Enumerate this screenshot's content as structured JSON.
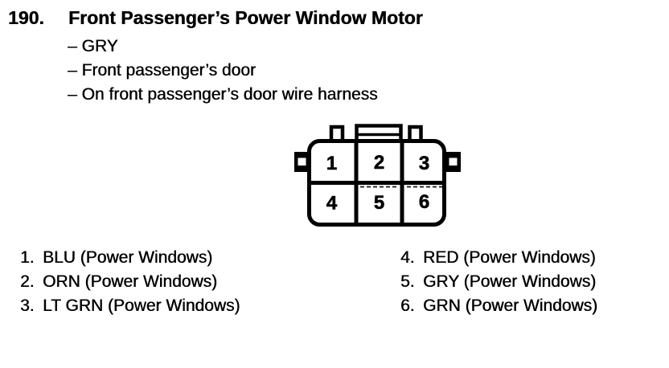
{
  "header": {
    "item_number": "190.",
    "title": "Front Passenger’s Power Window Motor",
    "details": [
      "– GRY",
      "– Front passenger’s door",
      "– On front passenger’s door wire harness"
    ]
  },
  "connector": {
    "pins": [
      "1",
      "2",
      "3",
      "4",
      "5",
      "6"
    ]
  },
  "pin_list": {
    "left": [
      {
        "num": "1.",
        "label": "BLU (Power Windows)"
      },
      {
        "num": "2.",
        "label": "ORN (Power Windows)"
      },
      {
        "num": "3.",
        "label": "LT GRN (Power Windows)"
      }
    ],
    "right": [
      {
        "num": "4.",
        "label": "RED (Power Windows)"
      },
      {
        "num": "5.",
        "label": "GRY (Power Windows)"
      },
      {
        "num": "6.",
        "label": "GRN (Power Windows)"
      }
    ]
  },
  "colors": {
    "ink": "#000000",
    "paper": "#ffffff"
  }
}
